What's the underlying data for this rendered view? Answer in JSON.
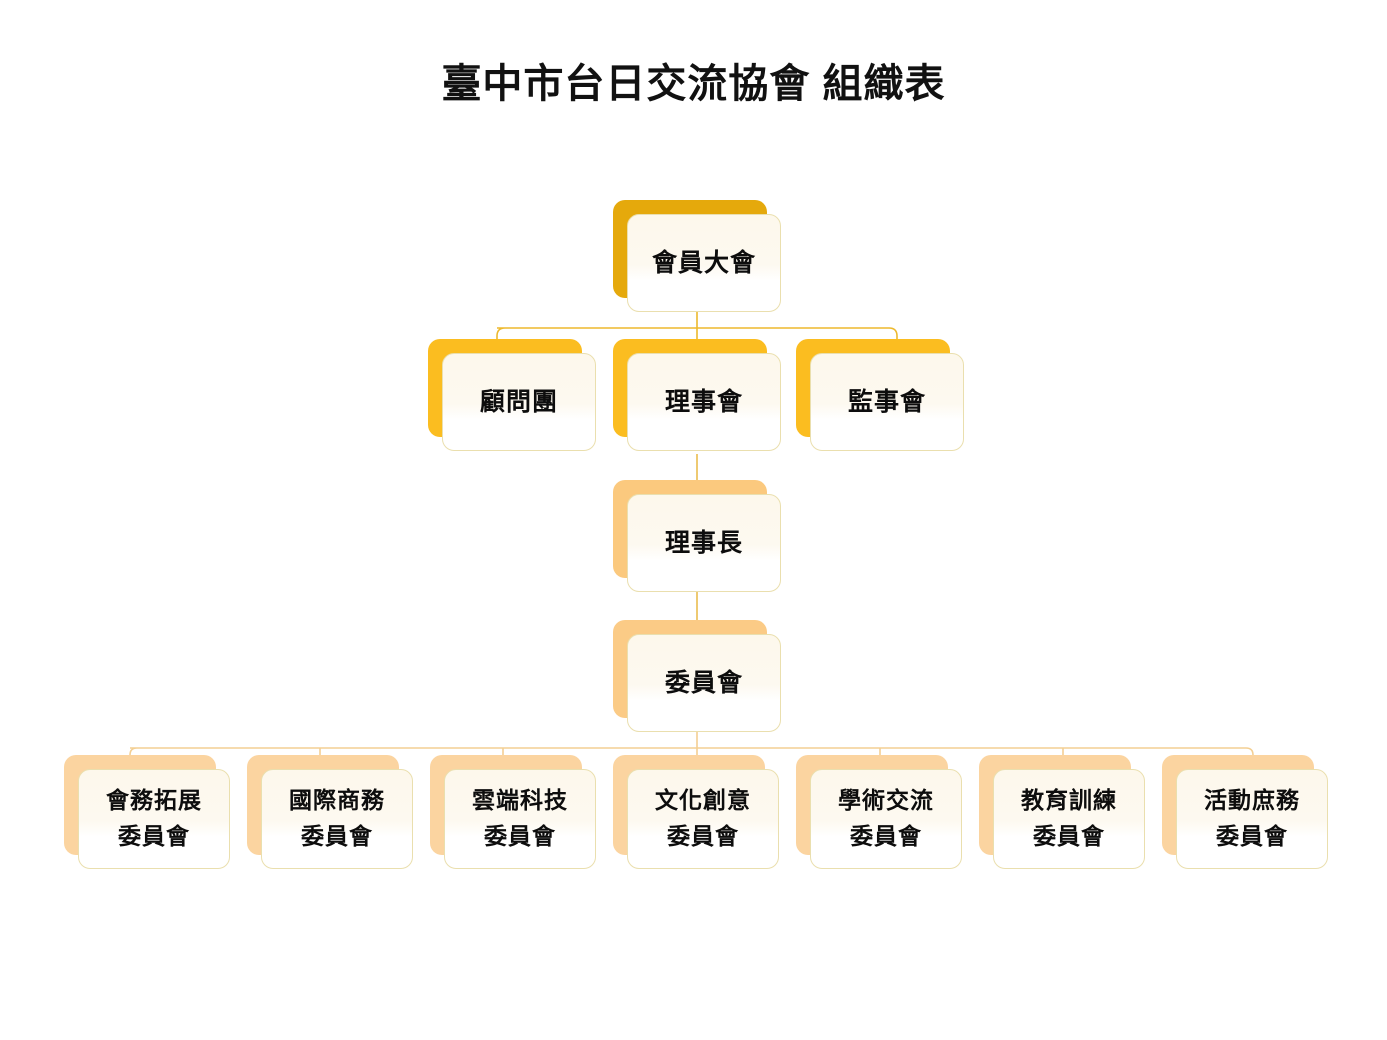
{
  "page": {
    "title": "臺中市台日交流協會 組織表",
    "background_color": "#ffffff",
    "text_color": "#111111"
  },
  "palette": {
    "shadow_level1": "#e5a90c",
    "shadow_level2": "#fbbd20",
    "shadow_level3": "#fbc97e",
    "shadow_level4": "#fbcb86",
    "shadow_committee": "#fbd4a0",
    "card_fill_top": "#fdf8ec",
    "card_fill_bottom": "#ffffff",
    "card_border": "#eadfae",
    "connector_level1": "#edb92d",
    "connector_level2": "#e9bd4e",
    "connector_committee": "#f3cf93"
  },
  "org_chart": {
    "type": "tree",
    "levels": [
      {
        "level": 1,
        "nodes": [
          {
            "id": "general-assembly",
            "label": "會員大會",
            "lines": [
              "會員大會"
            ]
          }
        ]
      },
      {
        "level": 2,
        "nodes": [
          {
            "id": "advisory-group",
            "label": "顧問團",
            "lines": [
              "顧問團"
            ]
          },
          {
            "id": "board-of-directors",
            "label": "理事會",
            "lines": [
              "理事會"
            ]
          },
          {
            "id": "board-of-supervisors",
            "label": "監事會",
            "lines": [
              "監事會"
            ]
          }
        ]
      },
      {
        "level": 3,
        "nodes": [
          {
            "id": "chairman",
            "label": "理事長",
            "lines": [
              "理事長"
            ]
          }
        ]
      },
      {
        "level": 4,
        "nodes": [
          {
            "id": "committee-hub",
            "label": "委員會",
            "lines": [
              "委員會"
            ]
          }
        ]
      },
      {
        "level": 5,
        "nodes": [
          {
            "id": "committee-membership-development",
            "label": "會務拓展委員會",
            "lines": [
              "會務拓展",
              "委員會"
            ]
          },
          {
            "id": "committee-international-business",
            "label": "國際商務委員會",
            "lines": [
              "國際商務",
              "委員會"
            ]
          },
          {
            "id": "committee-cloud-technology",
            "label": "雲端科技委員會",
            "lines": [
              "雲端科技",
              "委員會"
            ]
          },
          {
            "id": "committee-cultural-creative",
            "label": "文化創意委員會",
            "lines": [
              "文化創意",
              "委員會"
            ]
          },
          {
            "id": "committee-academic-exchange",
            "label": "學術交流委員會",
            "lines": [
              "學術交流",
              "委員會"
            ]
          },
          {
            "id": "committee-education-training",
            "label": "教育訓練委員會",
            "lines": [
              "教育訓練",
              "委員會"
            ]
          },
          {
            "id": "committee-event-affairs",
            "label": "活動庶務委員會",
            "lines": [
              "活動庶務",
              "委員會"
            ]
          }
        ]
      }
    ],
    "edges": [
      {
        "from": "general-assembly",
        "to": "advisory-group"
      },
      {
        "from": "general-assembly",
        "to": "board-of-directors"
      },
      {
        "from": "general-assembly",
        "to": "board-of-supervisors"
      },
      {
        "from": "board-of-directors",
        "to": "chairman"
      },
      {
        "from": "chairman",
        "to": "committee-hub"
      },
      {
        "from": "committee-hub",
        "to": "committee-membership-development"
      },
      {
        "from": "committee-hub",
        "to": "committee-international-business"
      },
      {
        "from": "committee-hub",
        "to": "committee-cloud-technology"
      },
      {
        "from": "committee-hub",
        "to": "committee-cultural-creative"
      },
      {
        "from": "committee-hub",
        "to": "committee-academic-exchange"
      },
      {
        "from": "committee-hub",
        "to": "committee-education-training"
      },
      {
        "from": "committee-hub",
        "to": "committee-event-affairs"
      }
    ]
  }
}
